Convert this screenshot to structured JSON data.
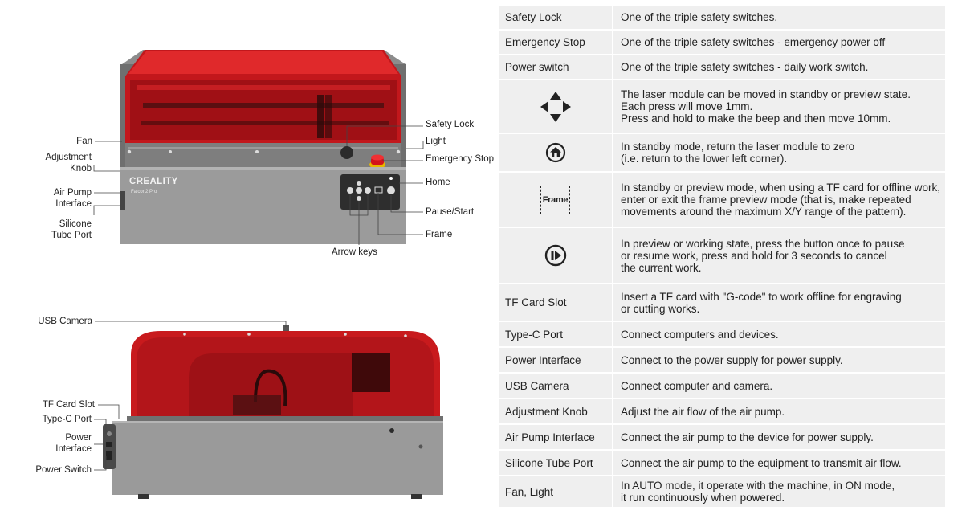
{
  "top_view": {
    "brand": "CREALITY",
    "model": "Falcon2 Pro",
    "callouts": {
      "fan": "Fan",
      "adjustment_knob": [
        "Adjustment",
        "Knob"
      ],
      "air_pump_interface": [
        "Air Pump",
        "Interface"
      ],
      "silicone_tube_port": [
        "Silicone",
        "Tube Port"
      ],
      "safety_lock": "Safety Lock",
      "light": "Light",
      "emergency_stop": "Emergency Stop",
      "home": "Home",
      "pause_start": "Pause/Start",
      "frame": "Frame",
      "arrow_keys": "Arrow keys"
    }
  },
  "side_view": {
    "callouts": {
      "usb_camera": "USB Camera",
      "tf_card_slot": "TF Card Slot",
      "type_c_port": "Type-C Port",
      "power_interface": [
        "Power",
        "Interface"
      ],
      "power_switch": "Power Switch"
    }
  },
  "rows": [
    {
      "name": "Safety Lock",
      "desc": [
        "One of the triple safety switches."
      ]
    },
    {
      "name": "Emergency Stop",
      "desc": [
        "One of the triple safety switches - emergency power off"
      ]
    },
    {
      "name": "Power switch",
      "desc": [
        "One of the triple safety switches - daily work switch."
      ]
    },
    {
      "icon": "arrow-keys-icon",
      "desc": [
        "The laser module can be moved in standby or preview state.",
        "Each press will move 1mm.",
        "Press and hold to make the beep and then move 10mm."
      ]
    },
    {
      "icon": "home-icon",
      "desc": [
        "In standby mode, return the laser module to zero",
        "(i.e. return to the lower left corner)."
      ]
    },
    {
      "icon": "frame-icon",
      "icon_label": "Frame",
      "desc": [
        "In standby or preview mode, when using a TF card for offline work,",
        "enter or exit the frame preview mode (that is, make repeated",
        "movements around the maximum X/Y range of the pattern)."
      ]
    },
    {
      "icon": "pause-start-icon",
      "desc": [
        "In preview or working state, press the button once to pause",
        "or resume work, press and hold for 3 seconds to cancel",
        "the current work."
      ]
    },
    {
      "name": "TF Card Slot",
      "desc": [
        "Insert a TF card with \"G-code\" to work offline for engraving",
        "or cutting works."
      ]
    },
    {
      "name": "Type-C Port",
      "desc": [
        "Connect computers and devices."
      ]
    },
    {
      "name": "Power Interface",
      "desc": [
        "Connect to the power supply for power supply."
      ]
    },
    {
      "name": "USB Camera",
      "desc": [
        "Connect computer and camera."
      ]
    },
    {
      "name": "Adjustment Knob",
      "desc": [
        "Adjust the air flow of the air pump."
      ]
    },
    {
      "name": "Air Pump Interface",
      "desc": [
        "Connect the air pump to the device for power supply."
      ]
    },
    {
      "name": "Silicone Tube Port",
      "desc": [
        "Connect the air pump to the equipment to transmit air flow."
      ]
    },
    {
      "name": "Fan, Light",
      "desc": [
        "In AUTO mode, it operate with the machine,  in ON mode,",
        "it run continuously when powered."
      ]
    }
  ]
}
